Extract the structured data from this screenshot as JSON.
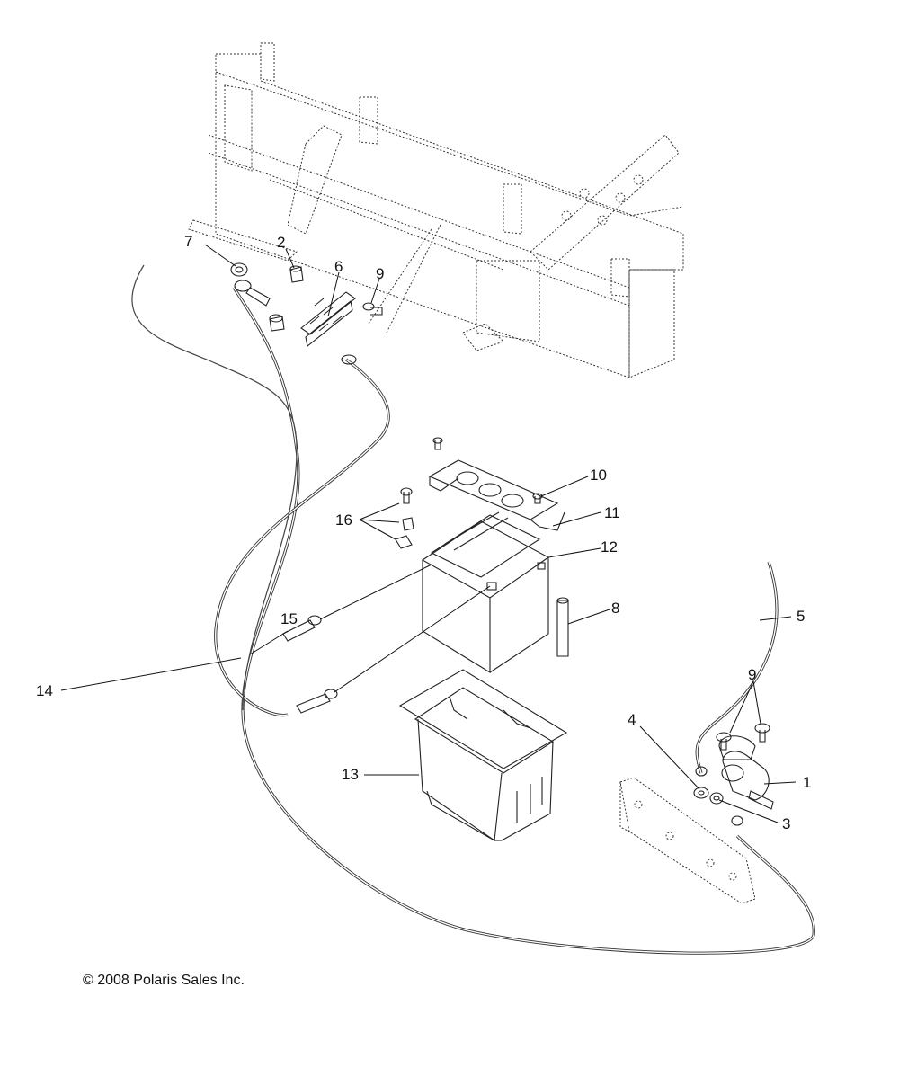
{
  "callouts": [
    {
      "id": "1",
      "label": "1",
      "part": "solenoid"
    },
    {
      "id": "2",
      "label": "2",
      "part": "terminal-spacer"
    },
    {
      "id": "3",
      "label": "3",
      "part": "solenoid-nut"
    },
    {
      "id": "4",
      "label": "4",
      "part": "solenoid-washer"
    },
    {
      "id": "5",
      "label": "5",
      "part": "solenoid-wire"
    },
    {
      "id": "6",
      "label": "6",
      "part": "terminal-block"
    },
    {
      "id": "7",
      "label": "7",
      "part": "nut"
    },
    {
      "id": "8",
      "label": "8",
      "part": "vent-tube"
    },
    {
      "id": "9a",
      "label": "9",
      "part": "screw"
    },
    {
      "id": "9b",
      "label": "9",
      "part": "screw"
    },
    {
      "id": "10",
      "label": "10",
      "part": "bracket-screw"
    },
    {
      "id": "11",
      "label": "11",
      "part": "battery-hold-down-bracket"
    },
    {
      "id": "12",
      "label": "12",
      "part": "battery"
    },
    {
      "id": "13",
      "label": "13",
      "part": "battery-box"
    },
    {
      "id": "14",
      "label": "14",
      "part": "main-battery-cable"
    },
    {
      "id": "15",
      "label": "15",
      "part": "ground-cable"
    },
    {
      "id": "16",
      "label": "16",
      "part": "terminal-hardware"
    }
  ],
  "copyright": "© 2008 Polaris Sales Inc."
}
